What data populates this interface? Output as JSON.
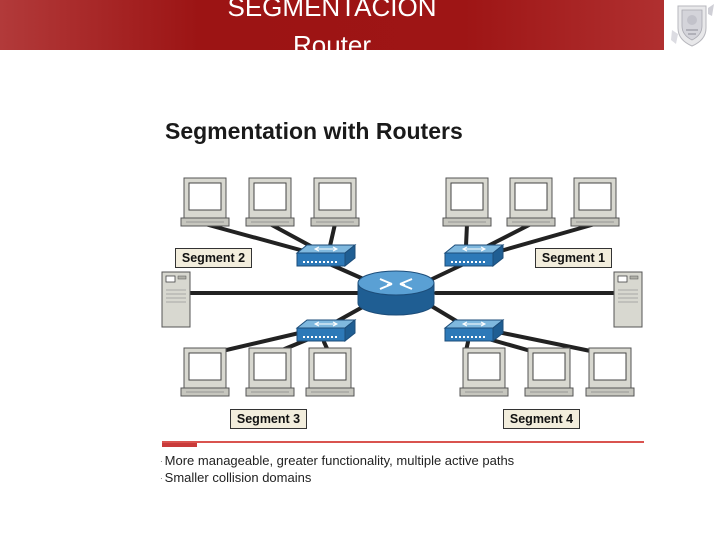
{
  "header": {
    "title_line1": "SEGMENTACION",
    "title_line2": "Router",
    "accent_color": "#9c1414"
  },
  "diagram": {
    "title": "Segmentation with Routers",
    "segments": [
      "Segment 2",
      "Segment 1",
      "Segment 3",
      "Segment 4"
    ],
    "devices": {
      "router_icon": "router-icon",
      "switch_icon": "switch-icon",
      "workstation_icon": "workstation-icon",
      "server_icon": "server-icon"
    }
  },
  "bullets": [
    "More manageable, greater functionality, multiple active paths",
    "Smaller collision domains"
  ]
}
